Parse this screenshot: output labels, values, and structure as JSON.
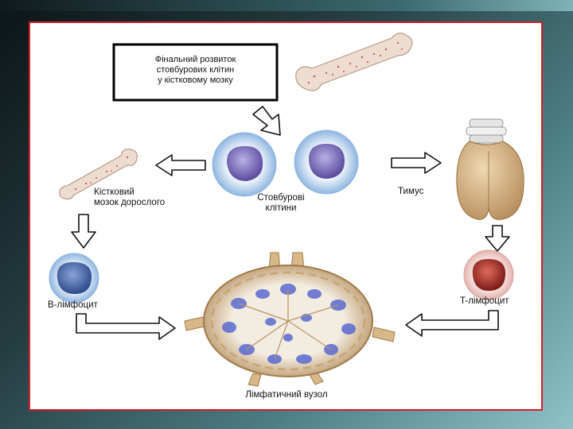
{
  "labels": {
    "title": "Фінальний розвиток\nстовбурових клітин\nу кістковому мозку",
    "bone_marrow": "Кістковий\nмозок дорослого",
    "stem_cells": "Стовбурові\nклітини",
    "thymus": "Тимус",
    "b_lymphocyte": "B-лімфоцит",
    "t_lymphocyte": "T-лімфоцит",
    "lymph_node": "Лімфатичний вузол"
  },
  "colors": {
    "frame": "#d0202a",
    "bone": "#efdcd0",
    "bone_marrow_dots": "#c0505a",
    "stem_cell_cytoplasm": "#cfe1f4",
    "stem_cell_nucleus": "#7a6ab8",
    "b_cell_nucleus": "#4b69a8",
    "t_cell_cytoplasm": "#f4d6d2",
    "t_cell_nucleus": "#a8302a",
    "thymus": "#d8b88a",
    "lymph_node_capsule": "#c8a878",
    "lymph_node_follicles": "#5a6ad0",
    "arrow": "#ffffff"
  }
}
